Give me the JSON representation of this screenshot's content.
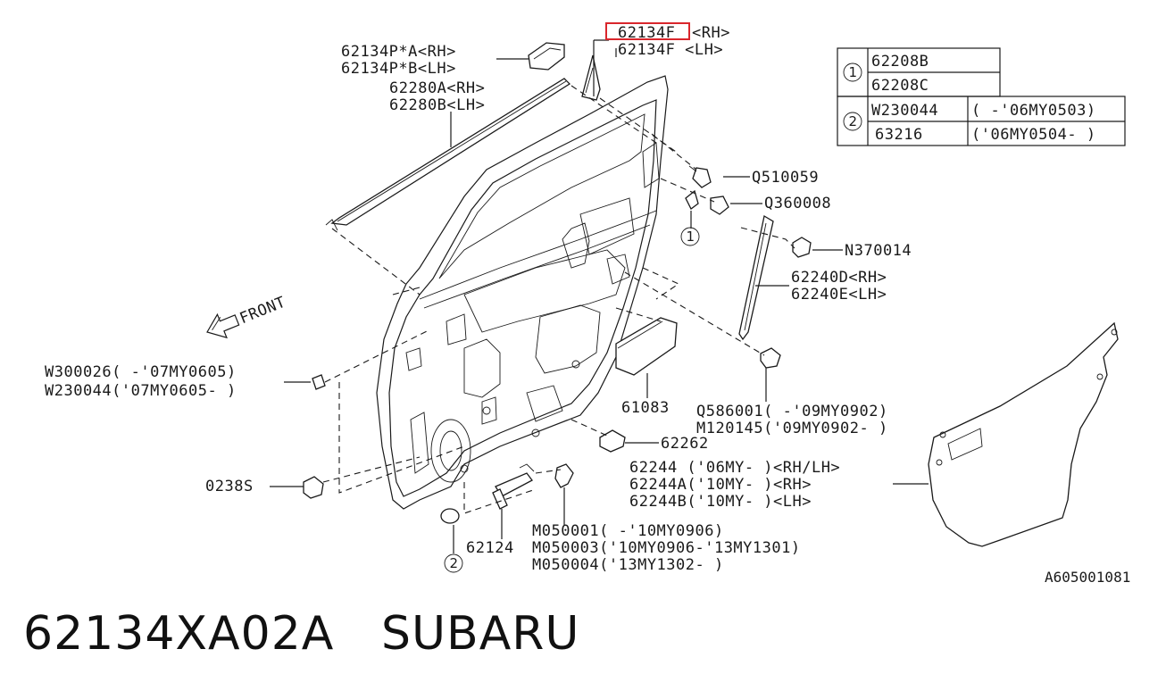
{
  "labels": {
    "p62134f_rh_code": "62134F",
    "p62134f_rh_side": "<RH>",
    "p62134f_lh": "62134F <LH>",
    "p62134pa": "62134P*A<RH>",
    "p62134pb": "62134P*B<LH>",
    "p62280a": "62280A<RH>",
    "p62280b": "62280B<LH>",
    "q510059": "Q510059",
    "q360008": "Q360008",
    "n370014": "N370014",
    "p62240d": "62240D<RH>",
    "p62240e": "62240E<LH>",
    "p61083": "61083",
    "q586001": "Q586001( -'09MY0902)",
    "m120145": "M120145('09MY0902- )",
    "p62262": "62262",
    "p62244": "62244 ('06MY- )<RH/LH>",
    "p62244a": "62244A('10MY- )<RH>",
    "p62244b": "62244B('10MY- )<LH>",
    "w300026": "W300026( -'07MY0605)",
    "w230044b": "W230044('07MY0605- )",
    "o238s": "0238S",
    "m050001": "M050001( -'10MY0906)",
    "m050003": "M050003('10MY0906-'13MY1301)",
    "m050004": "M050004('13MY1302- )",
    "p62124": "62124",
    "front": "FRONT",
    "callout_1": "1",
    "callout_2": "2",
    "diagram_ref": "A605001081"
  },
  "table": {
    "rows": [
      {
        "num": "1",
        "part": "62208B",
        "note": ""
      },
      {
        "num": "",
        "part": "62208C",
        "note": ""
      },
      {
        "num": "2",
        "part": "W230044",
        "note": "( -'06MY0503)"
      },
      {
        "num": "",
        "part": "63216",
        "note": "('06MY0504- )"
      }
    ]
  },
  "footer": {
    "part_number": "62134XA02A",
    "brand": "SUBARU"
  },
  "colors": {
    "highlight": "#d9262c",
    "ink": "#1a1a1a"
  }
}
